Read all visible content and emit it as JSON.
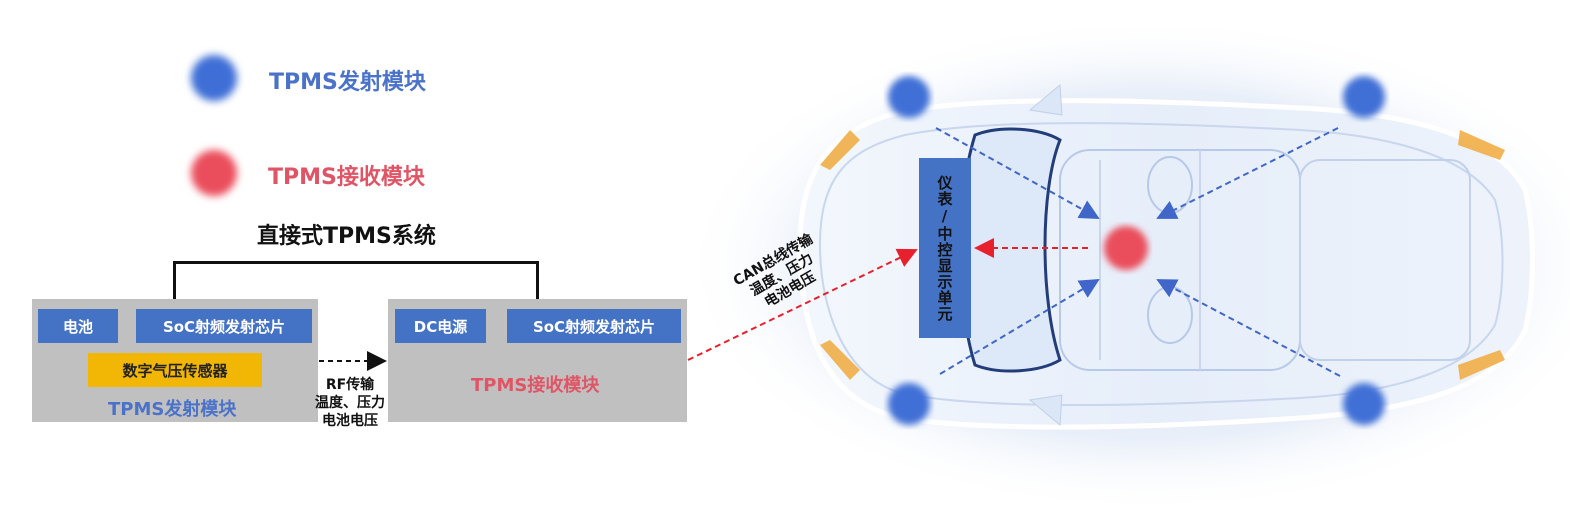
{
  "legend": {
    "tx": "TPMS发射模块",
    "rx": "TPMS接收模块"
  },
  "system_title": "直接式TPMS系统",
  "transmitter": {
    "battery": "电池",
    "soc": "SoC射频发射芯片",
    "sensor": "数字气压传感器",
    "label": "TPMS发射模块"
  },
  "receiver": {
    "dc": "DC电源",
    "soc": "SoC射频发射芯片",
    "label": "TPMS接收模块"
  },
  "rf_link": {
    "line1": "RF传输",
    "line2": "温度、压力",
    "line3": "电池电压"
  },
  "can_link": {
    "line1": "CAN总线传输",
    "line2": "温度、压力",
    "line3": "电池电压"
  },
  "display_unit": "仪表/中控显示单元",
  "colors": {
    "tx_blue": "#3f6fd6",
    "rx_red": "#ea4e5c",
    "block_blue": "#4472c4",
    "sensor_yellow": "#f2b705",
    "panel_gray": "#c0c0c0"
  }
}
